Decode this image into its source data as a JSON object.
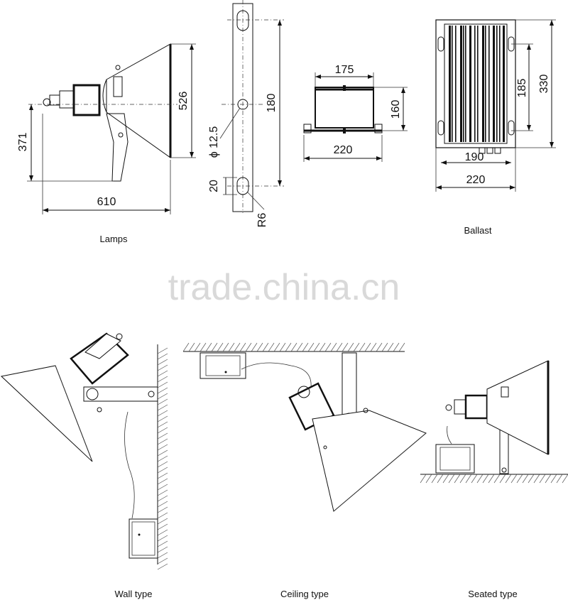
{
  "lamps": {
    "caption": "Lamps",
    "dim_width": "610",
    "dim_height": "526",
    "dim_offset": "371"
  },
  "bracket": {
    "dim_length": "180",
    "dim_hole": "ϕ 12.5",
    "dim_slot": "20",
    "dim_radius": "R6"
  },
  "ballast_front": {
    "dim_top": "175",
    "dim_bottom": "220",
    "dim_height": "160"
  },
  "ballast": {
    "caption": "Ballast",
    "dim_height_outer": "330",
    "dim_height_inner": "185",
    "dim_width_inner": "190",
    "dim_width_outer": "220"
  },
  "watermark": {
    "text": "trade.china.cn"
  },
  "installations": {
    "wall_caption": "Wall type",
    "ceiling_caption": "Ceiling type",
    "seated_caption": "Seated type"
  }
}
